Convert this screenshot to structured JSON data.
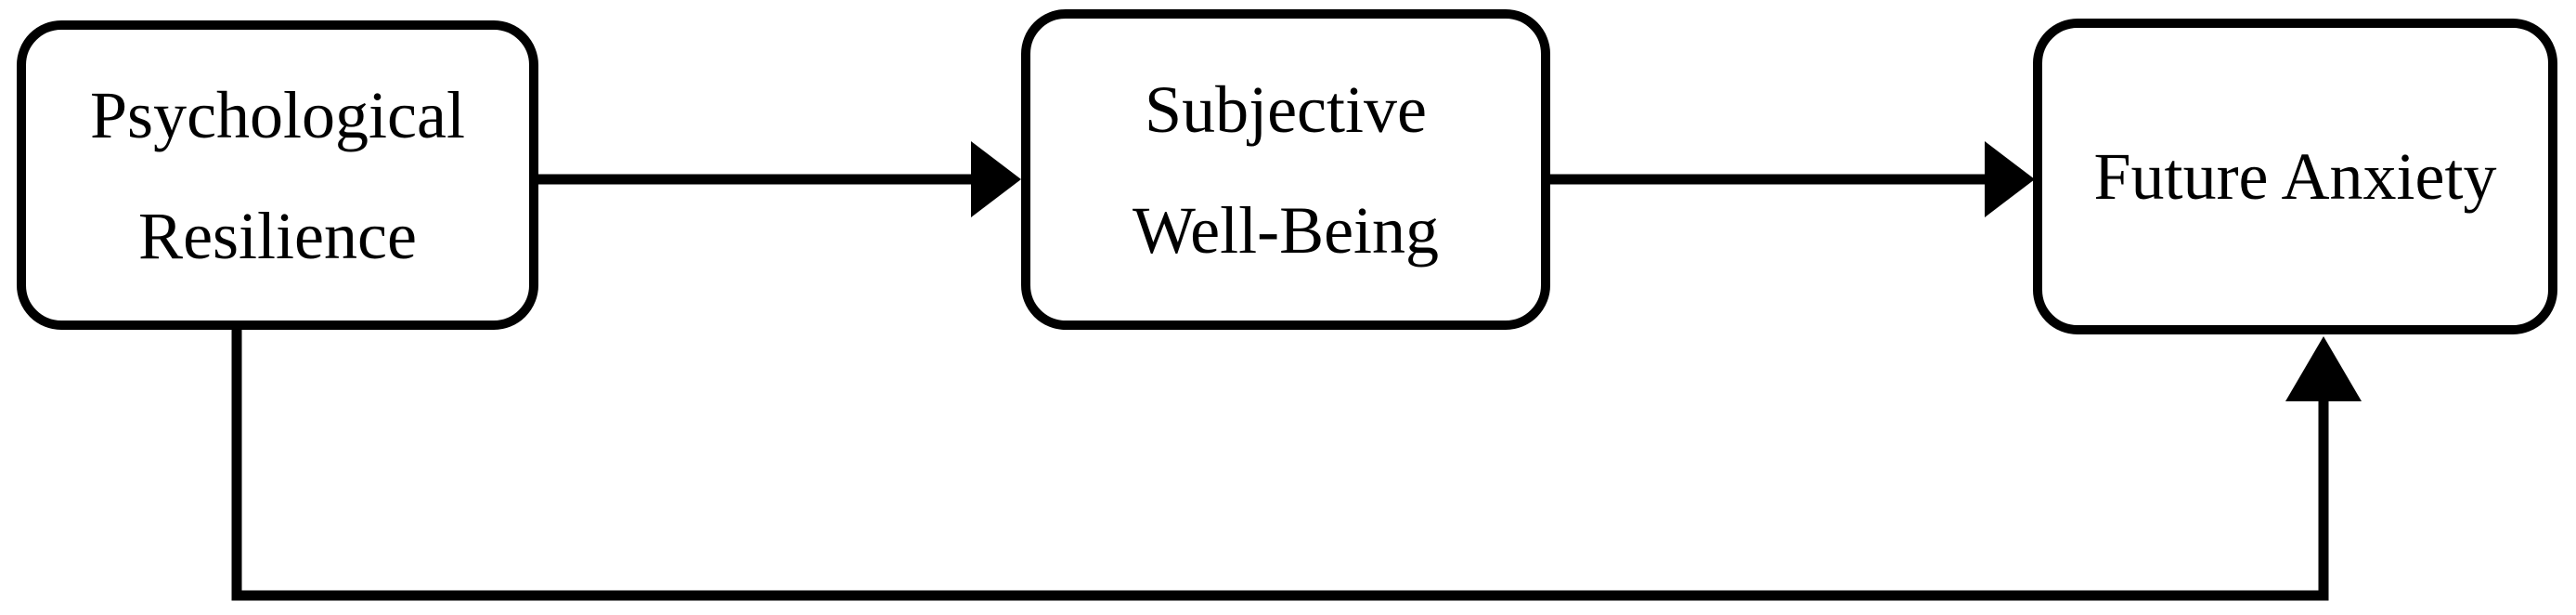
{
  "diagram": {
    "title": "Psychological Resilience - Subjective Well-Being - Future Anxiety mediation model",
    "type": "path-model",
    "background_color": "#ffffff",
    "stroke_color": "#000000",
    "nodes": [
      {
        "id": "resilience",
        "label": "Psychological Resilience",
        "lines": [
          "Psychological",
          "Resilience"
        ],
        "shape": "rounded-rectangle"
      },
      {
        "id": "wellbeing",
        "label": "Subjective Well-Being",
        "lines": [
          "Subjective",
          "Well-Being"
        ],
        "shape": "rounded-rectangle"
      },
      {
        "id": "anxiety",
        "label": "Future Anxiety",
        "lines": [
          "Future Anxiety"
        ],
        "shape": "rounded-rectangle"
      }
    ],
    "edges": [
      {
        "id": "resilience-to-wellbeing",
        "from": "resilience",
        "to": "wellbeing",
        "label": "",
        "style": "solid",
        "arrowhead": "filled-triangle",
        "direction": "right"
      },
      {
        "id": "wellbeing-to-anxiety",
        "from": "wellbeing",
        "to": "anxiety",
        "label": "",
        "style": "solid",
        "arrowhead": "filled-triangle",
        "direction": "right"
      },
      {
        "id": "resilience-to-anxiety-direct",
        "from": "resilience",
        "to": "anxiety",
        "label": "",
        "style": "solid",
        "arrowhead": "filled-triangle",
        "direction": "up",
        "routing": "elbow-bottom"
      }
    ]
  }
}
